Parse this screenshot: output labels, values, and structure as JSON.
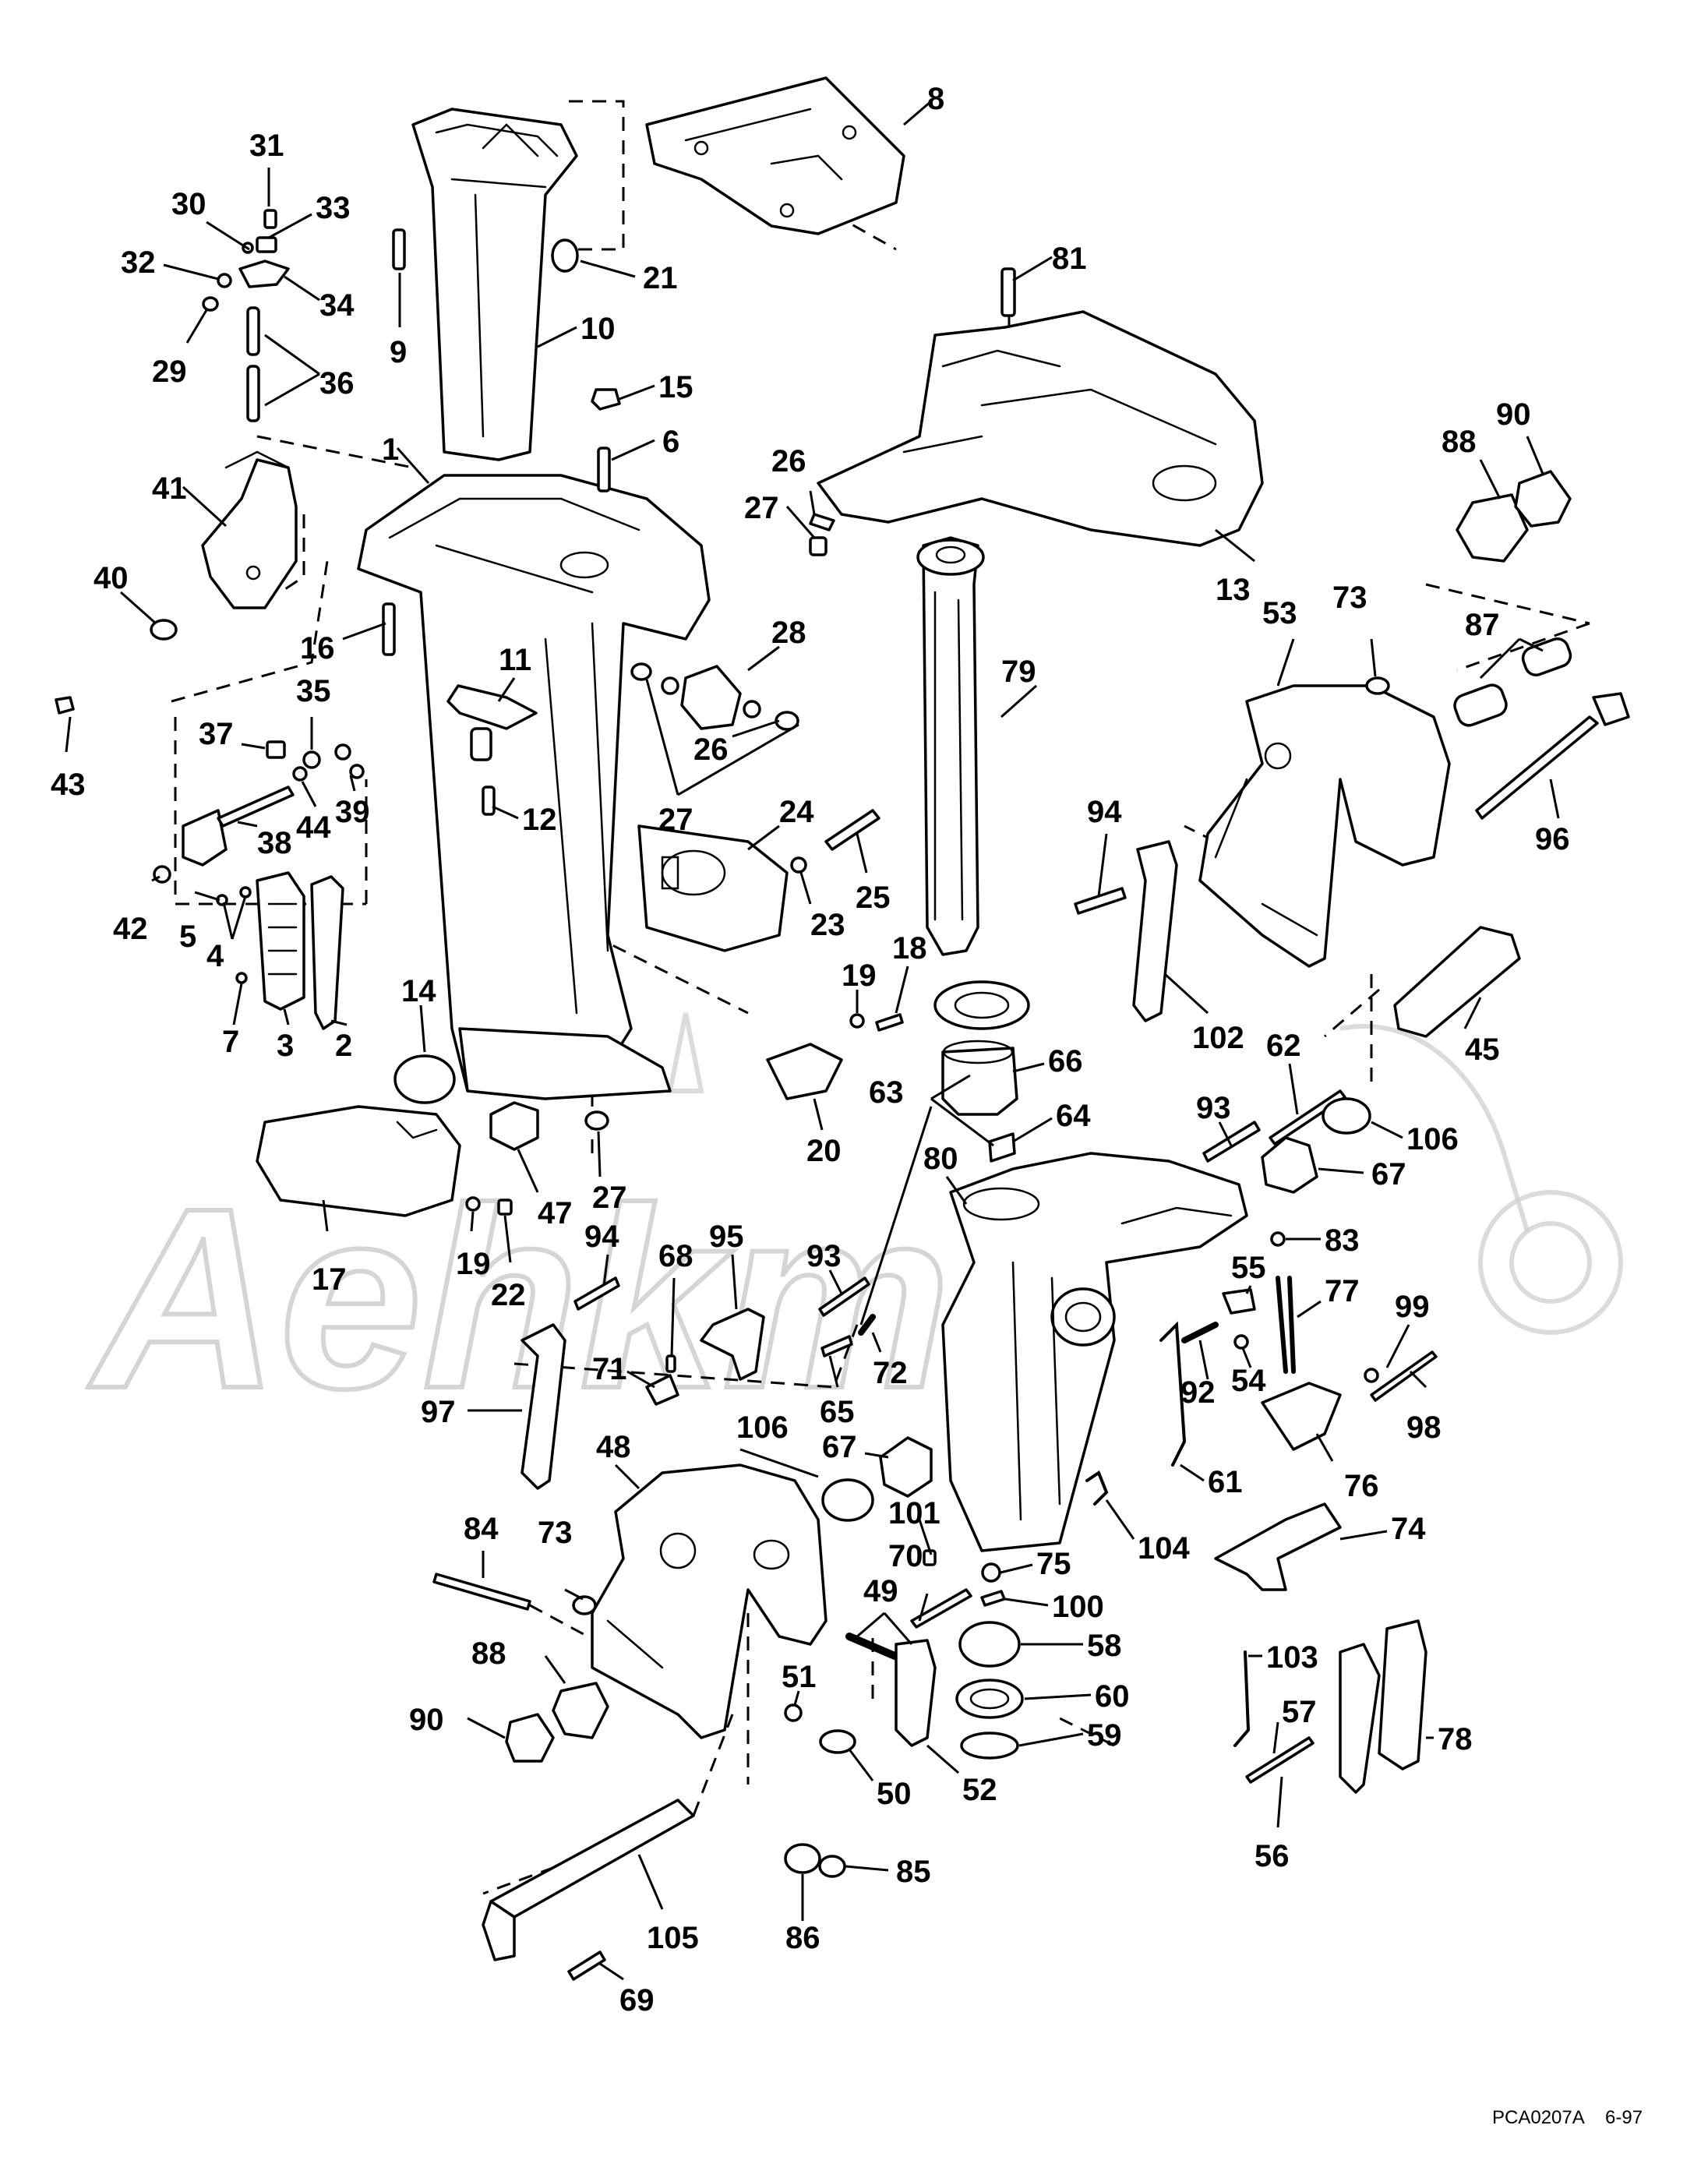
{
  "diagram": {
    "callouts": [
      {
        "id": "l8",
        "text": "8"
      },
      {
        "id": "l31",
        "text": "31"
      },
      {
        "id": "l30",
        "text": "30"
      },
      {
        "id": "l33",
        "text": "33"
      },
      {
        "id": "l32",
        "text": "32"
      },
      {
        "id": "l34",
        "text": "34"
      },
      {
        "id": "l29",
        "text": "29"
      },
      {
        "id": "l36",
        "text": "36"
      },
      {
        "id": "l21",
        "text": "21"
      },
      {
        "id": "l9",
        "text": "9"
      },
      {
        "id": "l10",
        "text": "10"
      },
      {
        "id": "l81",
        "text": "81"
      },
      {
        "id": "l15",
        "text": "15"
      },
      {
        "id": "l6",
        "text": "6"
      },
      {
        "id": "l1",
        "text": "1"
      },
      {
        "id": "l41",
        "text": "41"
      },
      {
        "id": "l26a",
        "text": "26"
      },
      {
        "id": "l27a",
        "text": "27"
      },
      {
        "id": "l88a",
        "text": "88"
      },
      {
        "id": "l90a",
        "text": "90"
      },
      {
        "id": "l40",
        "text": "40"
      },
      {
        "id": "l13",
        "text": "13"
      },
      {
        "id": "l53",
        "text": "53"
      },
      {
        "id": "l73a",
        "text": "73"
      },
      {
        "id": "l16",
        "text": "16"
      },
      {
        "id": "l11",
        "text": "11"
      },
      {
        "id": "l28",
        "text": "28"
      },
      {
        "id": "l79",
        "text": "79"
      },
      {
        "id": "l87",
        "text": "87"
      },
      {
        "id": "l35",
        "text": "35"
      },
      {
        "id": "l43",
        "text": "43"
      },
      {
        "id": "l37",
        "text": "37"
      },
      {
        "id": "l39",
        "text": "39"
      },
      {
        "id": "l44",
        "text": "44"
      },
      {
        "id": "l12",
        "text": "12"
      },
      {
        "id": "l26b",
        "text": "26"
      },
      {
        "id": "l27b",
        "text": "27"
      },
      {
        "id": "l24",
        "text": "24"
      },
      {
        "id": "l94a",
        "text": "94"
      },
      {
        "id": "l96",
        "text": "96"
      },
      {
        "id": "l38",
        "text": "38"
      },
      {
        "id": "l42",
        "text": "42"
      },
      {
        "id": "l5",
        "text": "5"
      },
      {
        "id": "l4",
        "text": "4"
      },
      {
        "id": "l25",
        "text": "25"
      },
      {
        "id": "l23",
        "text": "23"
      },
      {
        "id": "l18",
        "text": "18"
      },
      {
        "id": "l19a",
        "text": "19"
      },
      {
        "id": "l7",
        "text": "7"
      },
      {
        "id": "l3",
        "text": "3"
      },
      {
        "id": "l2",
        "text": "2"
      },
      {
        "id": "l14",
        "text": "14"
      },
      {
        "id": "l102",
        "text": "102"
      },
      {
        "id": "l62",
        "text": "62"
      },
      {
        "id": "l45",
        "text": "45"
      },
      {
        "id": "l66",
        "text": "66"
      },
      {
        "id": "l63",
        "text": "63"
      },
      {
        "id": "l93a",
        "text": "93"
      },
      {
        "id": "l20",
        "text": "20"
      },
      {
        "id": "l64",
        "text": "64"
      },
      {
        "id": "l106a",
        "text": "106"
      },
      {
        "id": "l80",
        "text": "80"
      },
      {
        "id": "l27c",
        "text": "27"
      },
      {
        "id": "l67a",
        "text": "67"
      },
      {
        "id": "l47",
        "text": "47"
      },
      {
        "id": "l94b",
        "text": "94"
      },
      {
        "id": "l95",
        "text": "95"
      },
      {
        "id": "l83",
        "text": "83"
      },
      {
        "id": "l17",
        "text": "17"
      },
      {
        "id": "l19b",
        "text": "19"
      },
      {
        "id": "l22",
        "text": "22"
      },
      {
        "id": "l68",
        "text": "68"
      },
      {
        "id": "l93b",
        "text": "93"
      },
      {
        "id": "l55",
        "text": "55"
      },
      {
        "id": "l77",
        "text": "77"
      },
      {
        "id": "l99",
        "text": "99"
      },
      {
        "id": "l71",
        "text": "71"
      },
      {
        "id": "l72",
        "text": "72"
      },
      {
        "id": "l92",
        "text": "92"
      },
      {
        "id": "l54",
        "text": "54"
      },
      {
        "id": "l97",
        "text": "97"
      },
      {
        "id": "l65",
        "text": "65"
      },
      {
        "id": "l98",
        "text": "98"
      },
      {
        "id": "l106b",
        "text": "106"
      },
      {
        "id": "l48",
        "text": "48"
      },
      {
        "id": "l67b",
        "text": "67"
      },
      {
        "id": "l61",
        "text": "61"
      },
      {
        "id": "l76",
        "text": "76"
      },
      {
        "id": "l101",
        "text": "101"
      },
      {
        "id": "l104",
        "text": "104"
      },
      {
        "id": "l74",
        "text": "74"
      },
      {
        "id": "l84",
        "text": "84"
      },
      {
        "id": "l73b",
        "text": "73"
      },
      {
        "id": "l70",
        "text": "70"
      },
      {
        "id": "l75",
        "text": "75"
      },
      {
        "id": "l49",
        "text": "49"
      },
      {
        "id": "l100",
        "text": "100"
      },
      {
        "id": "l58",
        "text": "58"
      },
      {
        "id": "l88b",
        "text": "88"
      },
      {
        "id": "l103",
        "text": "103"
      },
      {
        "id": "l60",
        "text": "60"
      },
      {
        "id": "l51",
        "text": "51"
      },
      {
        "id": "l57",
        "text": "57"
      },
      {
        "id": "l78",
        "text": "78"
      },
      {
        "id": "l90b",
        "text": "90"
      },
      {
        "id": "l59",
        "text": "59"
      },
      {
        "id": "l50",
        "text": "50"
      },
      {
        "id": "l52",
        "text": "52"
      },
      {
        "id": "l56",
        "text": "56"
      },
      {
        "id": "l85",
        "text": "85"
      },
      {
        "id": "l86",
        "text": "86"
      },
      {
        "id": "l105",
        "text": "105"
      },
      {
        "id": "l69",
        "text": "69"
      }
    ],
    "drawing_code": "PCA0207A",
    "drawing_date": "6-97",
    "watermark": "Aehkm"
  }
}
